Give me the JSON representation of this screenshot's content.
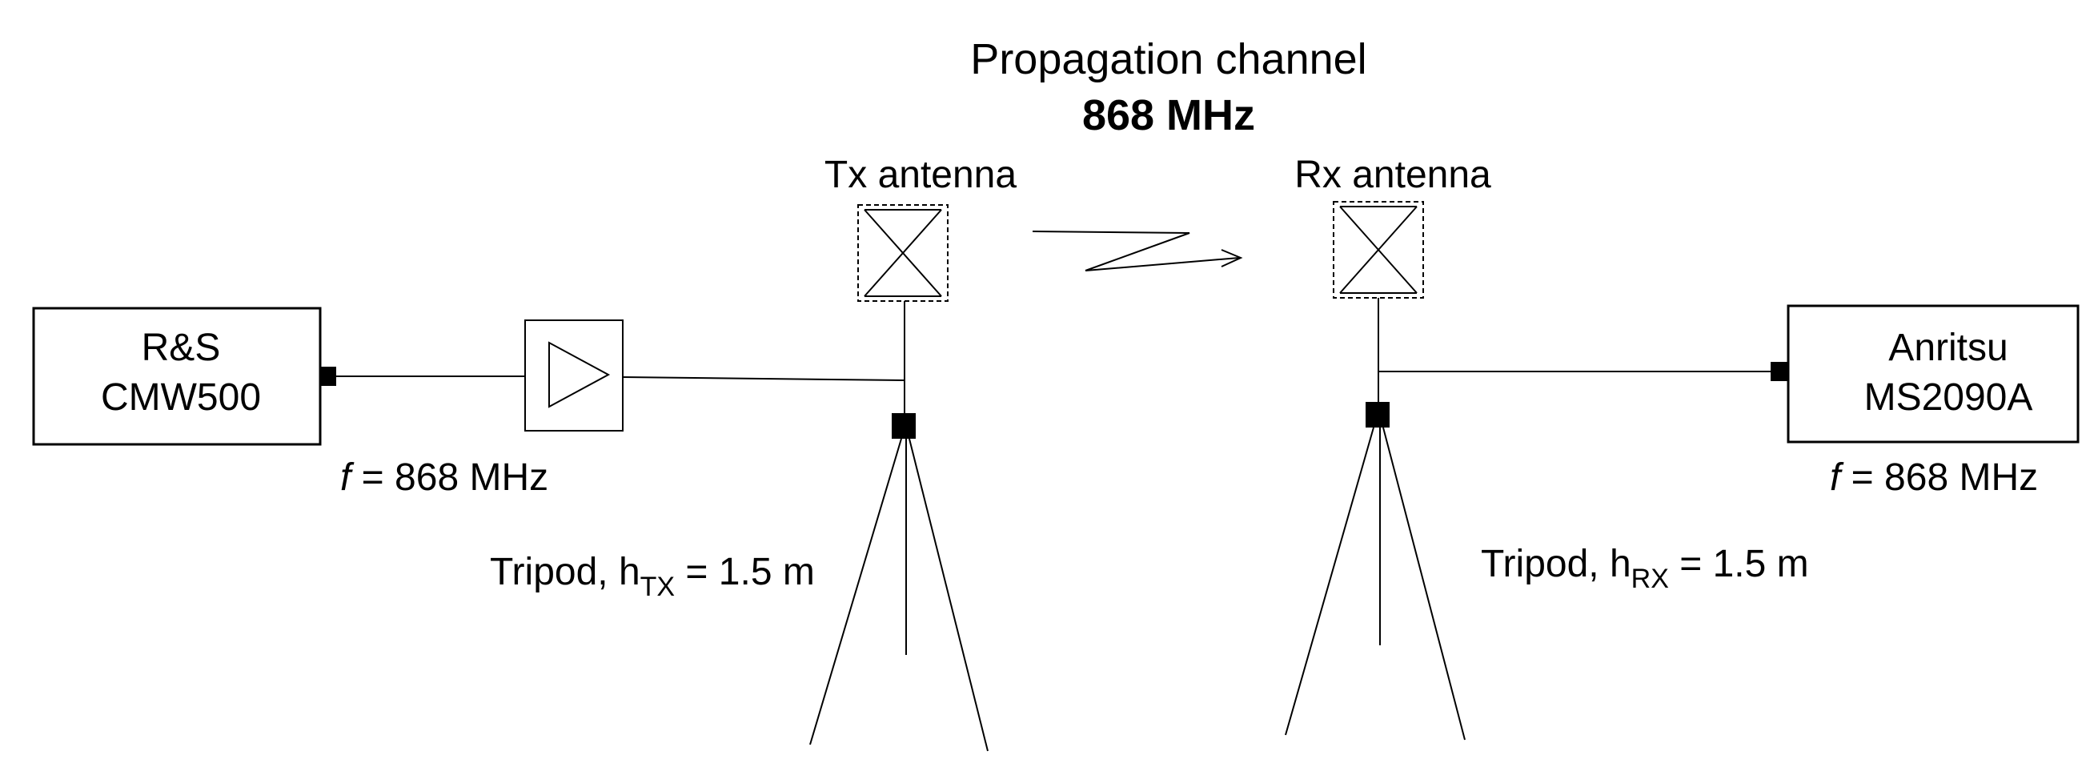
{
  "title": "Propagation channel",
  "frequency_heading": "868 MHz",
  "tx": {
    "antenna_label": "Tx antenna",
    "device_line1": "R&S",
    "device_line2": "CMW500",
    "freq_symbol": "f",
    "freq_value": " = 868 MHz",
    "tripod_prefix": "Tripod, h",
    "tripod_sub": "TX",
    "tripod_suffix": " = 1.5 m"
  },
  "rx": {
    "antenna_label": "Rx antenna",
    "device_line1": "Anritsu",
    "device_line2": "MS2090A",
    "freq_symbol": "f",
    "freq_value": " = 868 MHz",
    "tripod_prefix": "Tripod, h",
    "tripod_sub": "RX",
    "tripod_suffix": " = 1.5 m"
  },
  "icons": {
    "amplifier": "amplifier-triangle-icon",
    "antenna": "bowtie-antenna-icon",
    "link": "zigzag-radio-link-icon",
    "tripod": "tripod-icon",
    "connector": "square-connector-icon"
  }
}
